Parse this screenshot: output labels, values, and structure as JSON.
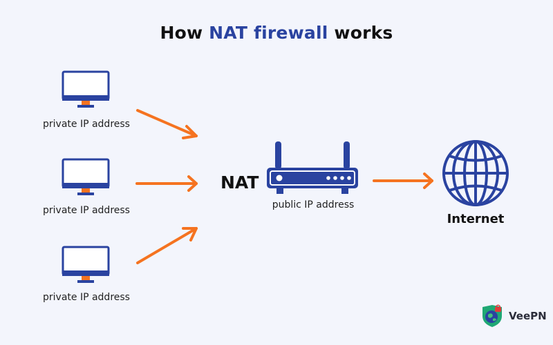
{
  "title": {
    "prefix": "How ",
    "highlight": "NAT firewall",
    "suffix": " works"
  },
  "colors": {
    "accent_blue": "#2a43a0",
    "arrow_orange": "#f57320",
    "background": "#f3f5fc"
  },
  "devices": [
    {
      "icon": "monitor-icon",
      "label": "private IP address"
    },
    {
      "icon": "monitor-icon",
      "label": "private IP address"
    },
    {
      "icon": "monitor-icon",
      "label": "private IP address"
    }
  ],
  "router": {
    "icon": "router-icon",
    "side_label": "NAT",
    "label": "public IP address"
  },
  "internet": {
    "icon": "globe-icon",
    "label": "Internet"
  },
  "logo": {
    "icon": "veepn-shield-icon",
    "text": "VeePN"
  }
}
